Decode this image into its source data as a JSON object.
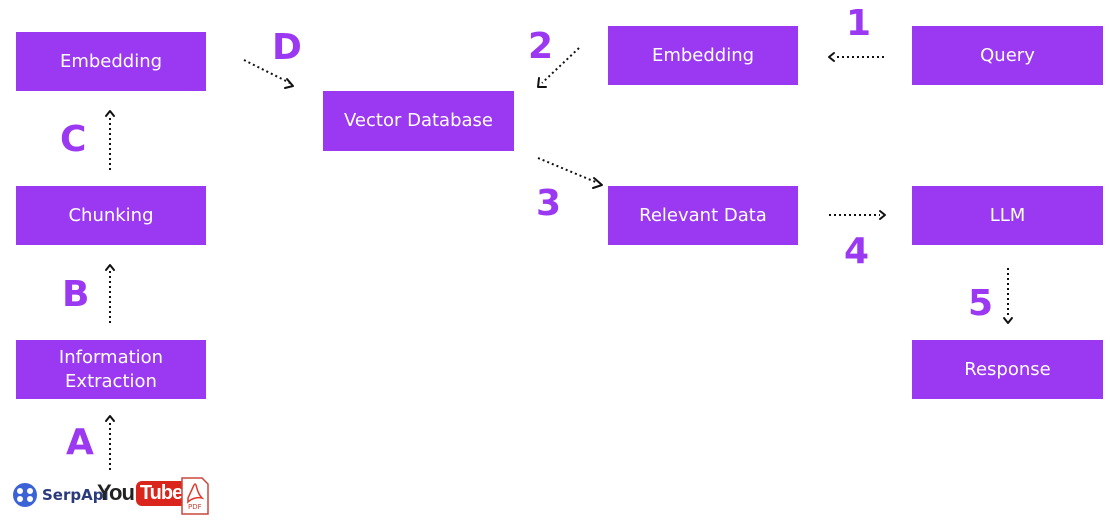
{
  "nodes": {
    "embedding_left": "Embedding",
    "chunking": "Chunking",
    "info_extraction_line1": "Information",
    "info_extraction_line2": "Extraction",
    "vector_database": "Vector Database",
    "embedding_right": "Embedding",
    "query": "Query",
    "relevant_data": "Relevant Data",
    "llm": "LLM",
    "response": "Response"
  },
  "steps": {
    "A": "A",
    "B": "B",
    "C": "C",
    "D": "D",
    "s1": "1",
    "s2": "2",
    "s3": "3",
    "s4": "4",
    "s5": "5"
  },
  "sources": {
    "serpapi": "SerpApi",
    "youtube_you": "You",
    "youtube_tube": "Tube",
    "pdf": "PDF"
  },
  "colors": {
    "node_fill": "#9b38f2",
    "node_text": "#ffffff",
    "step_label": "#9b38f2",
    "arrow": "#111111"
  }
}
